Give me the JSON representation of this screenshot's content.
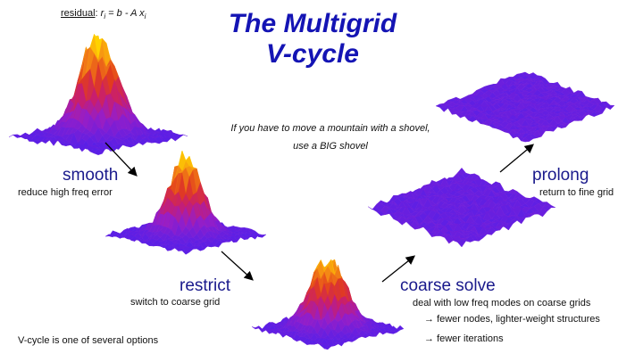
{
  "title": {
    "line1": "The Multigrid",
    "line2": "V-cycle"
  },
  "residual": {
    "label": "residual",
    "r": "r",
    "sub": "i",
    "eq": " = b - A x",
    "xsub": "i"
  },
  "quote": {
    "line1": "If you have to move a mountain with a shovel,",
    "line2": "use a BIG shovel"
  },
  "stages": {
    "smooth": {
      "title": "smooth",
      "desc": "reduce high freq error"
    },
    "restrict": {
      "title": "restrict",
      "desc": "switch to coarse grid"
    },
    "coarse": {
      "title": "coarse solve",
      "desc": "deal with low freq modes on coarse grids",
      "bullet1": "fewer nodes, lighter-weight structures",
      "bullet2": "fewer iterations"
    },
    "prolong": {
      "title": "prolong",
      "desc": "return to fine grid"
    }
  },
  "footnote": "V-cycle is one of several options",
  "colors": {
    "title": "#1414b4",
    "stage": "#1a1a8c",
    "surface_base": "#5a1fe6",
    "surface_peak": "#ffd000"
  }
}
